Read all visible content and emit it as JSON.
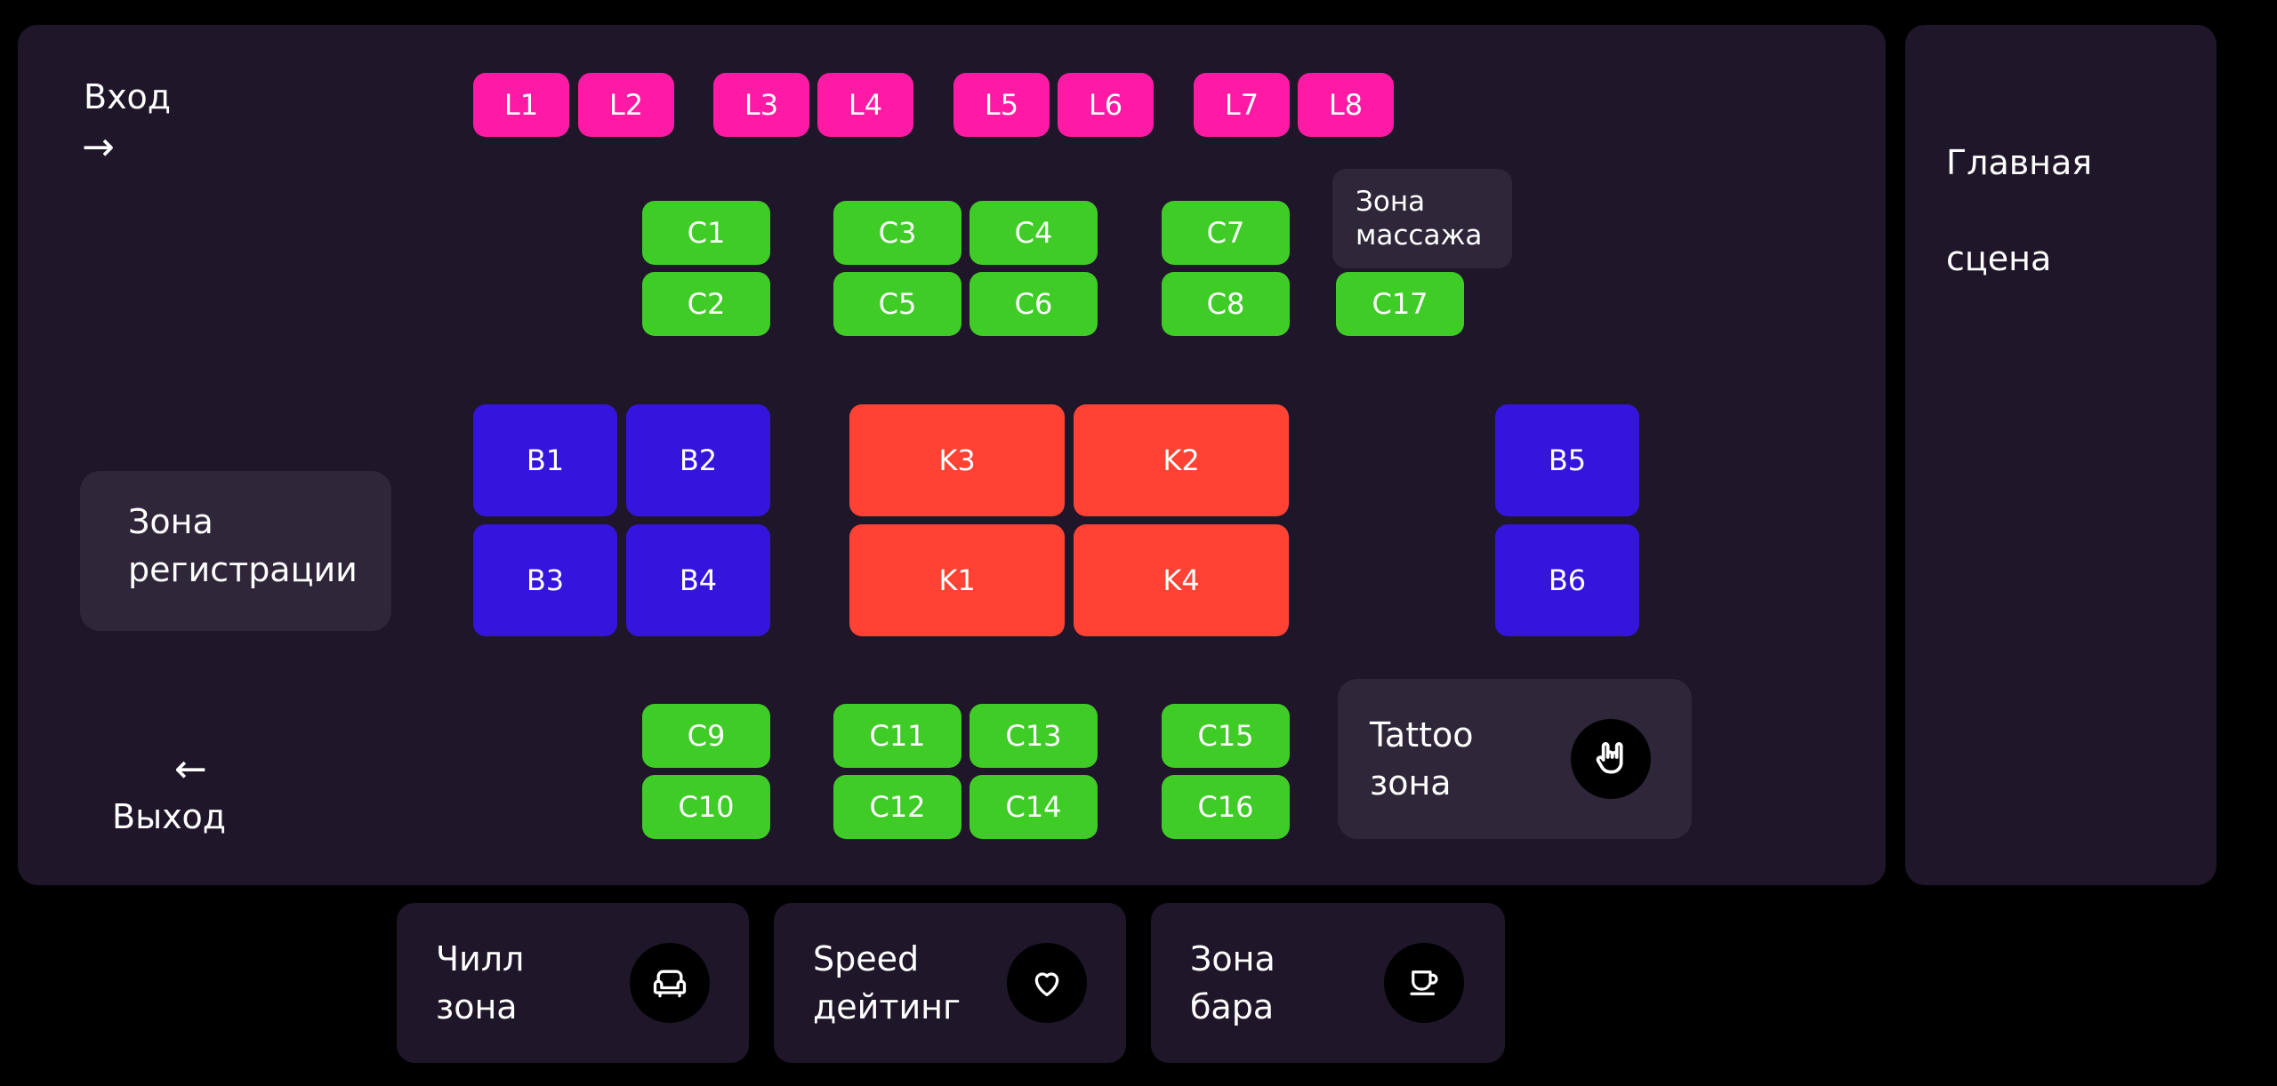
{
  "entrance": {
    "label": "Вход",
    "arrow": "→"
  },
  "exit": {
    "label": "Выход",
    "arrow": "←"
  },
  "main_stage": {
    "line1": "Главная",
    "line2": "сцена"
  },
  "registration": {
    "line1": "Зона",
    "line2": "регистрации"
  },
  "massage": {
    "line1": "Зона",
    "line2": "массажа"
  },
  "tattoo": {
    "line1": "Tattoo",
    "line2": "зона",
    "icon": "rock-hand-icon"
  },
  "seats": {
    "L1": "L1",
    "L2": "L2",
    "L3": "L3",
    "L4": "L4",
    "L5": "L5",
    "L6": "L6",
    "L7": "L7",
    "L8": "L8",
    "C1": "C1",
    "C2": "C2",
    "C3": "C3",
    "C4": "C4",
    "C5": "C5",
    "C6": "C6",
    "C7": "C7",
    "C8": "C8",
    "C9": "C9",
    "C10": "C10",
    "C11": "C11",
    "C12": "C12",
    "C13": "C13",
    "C14": "C14",
    "C15": "C15",
    "C16": "C16",
    "C17": "C17",
    "B1": "B1",
    "B2": "B2",
    "B3": "B3",
    "B4": "B4",
    "B5": "B5",
    "B6": "B6",
    "K1": "K1",
    "K2": "K2",
    "K3": "K3",
    "K4": "K4"
  },
  "bottom": [
    {
      "line1": "Чилл",
      "line2": "зона",
      "icon": "sofa-icon"
    },
    {
      "line1": "Speed",
      "line2": "дейтинг",
      "icon": "heart-icon"
    },
    {
      "line1": "Зона",
      "line2": "бара",
      "icon": "cup-icon"
    }
  ],
  "colors": {
    "L": "#ff1aa6",
    "C": "#3fcc27",
    "B": "#3514dc",
    "K": "#ff4233",
    "panel": "#1f1629",
    "zone": "#2f263a"
  }
}
